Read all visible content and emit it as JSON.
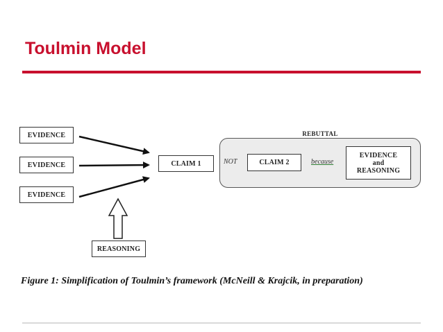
{
  "slide": {
    "title": "Toulmin Model"
  },
  "diagram": {
    "evidence_boxes": [
      "EVIDENCE",
      "EVIDENCE",
      "EVIDENCE"
    ],
    "reasoning_box": "REASONING",
    "claim1": "CLAIM 1",
    "rebuttal": {
      "label": "REBUTTAL",
      "not_text": "NOT",
      "claim2": "CLAIM 2",
      "because_text": "because",
      "support_lines": [
        "EVIDENCE",
        "and",
        "REASONING"
      ]
    }
  },
  "caption": "Figure 1: Simplification of Toulmin’s framework (McNeill & Krajcik, in preparation)",
  "colors": {
    "title": "#c8102e",
    "rule": "#c8102e",
    "rebuttal_fill": "#ececec",
    "because_underline": "#2e7d32"
  }
}
